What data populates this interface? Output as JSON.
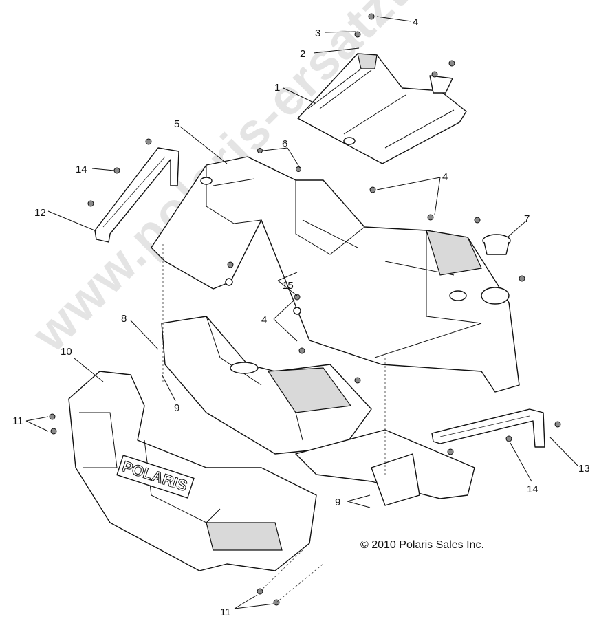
{
  "watermark": "www.polaris-ersatzteile.de",
  "copyright": "© 2010 Polaris Sales Inc.",
  "brand_lettering": "POLARIS",
  "callouts": [
    "1",
    "2",
    "3",
    "4",
    "4",
    "4",
    "5",
    "6",
    "7",
    "8",
    "9",
    "9",
    "10",
    "11",
    "11",
    "12",
    "13",
    "14",
    "14",
    "15"
  ]
}
